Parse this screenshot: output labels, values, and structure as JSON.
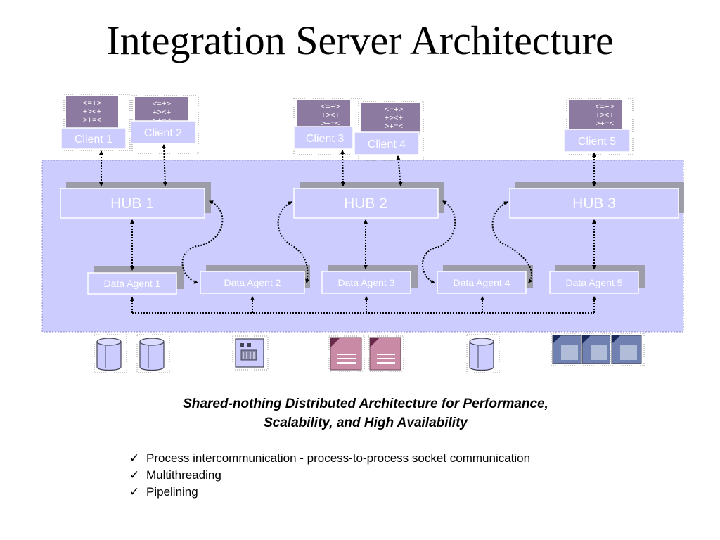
{
  "title": "Integration Server Architecture",
  "monitor_glyph_lines": [
    "<=+>",
    "+><+",
    ">+=<"
  ],
  "clients": [
    {
      "id": "client-1",
      "label": "Client 1"
    },
    {
      "id": "client-2",
      "label": "Client 2"
    },
    {
      "id": "client-3",
      "label": "Client 3"
    },
    {
      "id": "client-4",
      "label": "Client 4"
    },
    {
      "id": "client-5",
      "label": "Client 5"
    }
  ],
  "hubs": [
    {
      "id": "hub-1",
      "label": "HUB 1"
    },
    {
      "id": "hub-2",
      "label": "HUB 2"
    },
    {
      "id": "hub-3",
      "label": "HUB 3"
    }
  ],
  "agents": [
    {
      "id": "data-agent-1",
      "label": "Data Agent 1"
    },
    {
      "id": "data-agent-2",
      "label": "Data Agent 2"
    },
    {
      "id": "data-agent-3",
      "label": "Data Agent 3"
    },
    {
      "id": "data-agent-4",
      "label": "Data Agent 4"
    },
    {
      "id": "data-agent-5",
      "label": "Data Agent 5"
    }
  ],
  "data_sources": [
    {
      "id": "database-1",
      "icon": "database-icon"
    },
    {
      "id": "database-2",
      "icon": "database-icon"
    },
    {
      "id": "server",
      "icon": "server-icon"
    },
    {
      "id": "document-1",
      "icon": "document-icon"
    },
    {
      "id": "document-2",
      "icon": "document-icon"
    },
    {
      "id": "database-3",
      "icon": "database-icon"
    },
    {
      "id": "file-1",
      "icon": "file-icon"
    },
    {
      "id": "file-2",
      "icon": "file-icon"
    },
    {
      "id": "file-3",
      "icon": "file-icon"
    }
  ],
  "caption": {
    "line1": "Shared-nothing Distributed Architecture for Performance,",
    "line2": "Scalability, and High Availability"
  },
  "bullets": [
    "Process intercommunication - process-to-process socket communication",
    "Multithreading",
    "Pipelining"
  ],
  "colors": {
    "panel_fill": "#ccccff",
    "box_fill": "#ccccff",
    "shadow": "#9d9da9",
    "monitor": "#8c7aa0",
    "document": "#c98aa6",
    "file": "#7080b0"
  }
}
